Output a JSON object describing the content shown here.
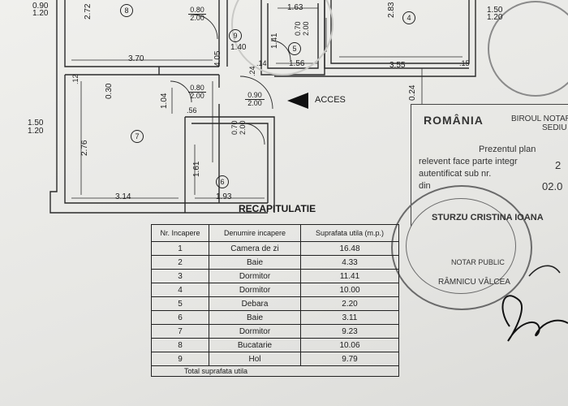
{
  "plan": {
    "dims": {
      "d090": "0.90",
      "d120": "1.20",
      "d272": "2.72",
      "d080a": "0.80",
      "d200a": "2.00",
      "d163": "1.63",
      "d283": "2.83",
      "d150": "1.50",
      "d120b": "1.20",
      "d141": "1.41",
      "d070a": "0.70",
      "d200b": "2.00",
      "d140": "1.40",
      "d370": "3.70",
      "d405": "4.05",
      "d156": "1.56",
      "d355": "3.55",
      "d014": ".14",
      "d024a": ".24",
      "d015": ".15",
      "d012": ".12",
      "d030": "0.30",
      "d104": "1.04",
      "d080b": "0.80",
      "d200c": "2.00",
      "d056": ".56",
      "d090b": "0.90",
      "d200d": "2.00",
      "d024b": "0.24",
      "d150b": "1.50",
      "d120c": "1.20",
      "d276": "2.76",
      "d161": "1.61",
      "d070b": "0.70",
      "d200e": "2.00",
      "d314": "3.14",
      "d193": "1.93"
    },
    "rooms": {
      "r8": "8",
      "r9": "9",
      "r4": "4",
      "r5": "5",
      "r7": "7",
      "r6": "6"
    },
    "acces": "ACCES"
  },
  "stamp": {
    "country": "ROMÂNIA",
    "office": "BIROUL NOTAR",
    "office2": "SEDIU",
    "line1": "Prezentul plan",
    "line2": "relevent face parte integr",
    "line3": "autentificat sub nr.",
    "line4": "din",
    "seal_name": "STURZU CRISTINA IOANA",
    "seal_city": "RÂMNICU VÂLCEA",
    "seal_role": "NOTAR PUBLIC",
    "date_partial": "02.0",
    "num_partial": "2"
  },
  "recap": {
    "title": "RECAPITULATIE",
    "headers": {
      "nr": "Nr. Incapere",
      "den": "Denumire incapere",
      "sup": "Suprafata utila (m.p.)"
    },
    "rows": [
      {
        "nr": "1",
        "name": "Camera de zi",
        "area": "16.48"
      },
      {
        "nr": "2",
        "name": "Baie",
        "area": "4.33"
      },
      {
        "nr": "3",
        "name": "Dormitor",
        "area": "11.41"
      },
      {
        "nr": "4",
        "name": "Dormitor",
        "area": "10.00"
      },
      {
        "nr": "5",
        "name": "Debara",
        "area": "2.20"
      },
      {
        "nr": "6",
        "name": "Baie",
        "area": "3.11"
      },
      {
        "nr": "7",
        "name": "Dormitor",
        "area": "9.23"
      },
      {
        "nr": "8",
        "name": "Bucatarie",
        "area": "10.06"
      },
      {
        "nr": "9",
        "name": "Hol",
        "area": "9.79"
      }
    ],
    "total_partial": "Total suprafata utila"
  }
}
